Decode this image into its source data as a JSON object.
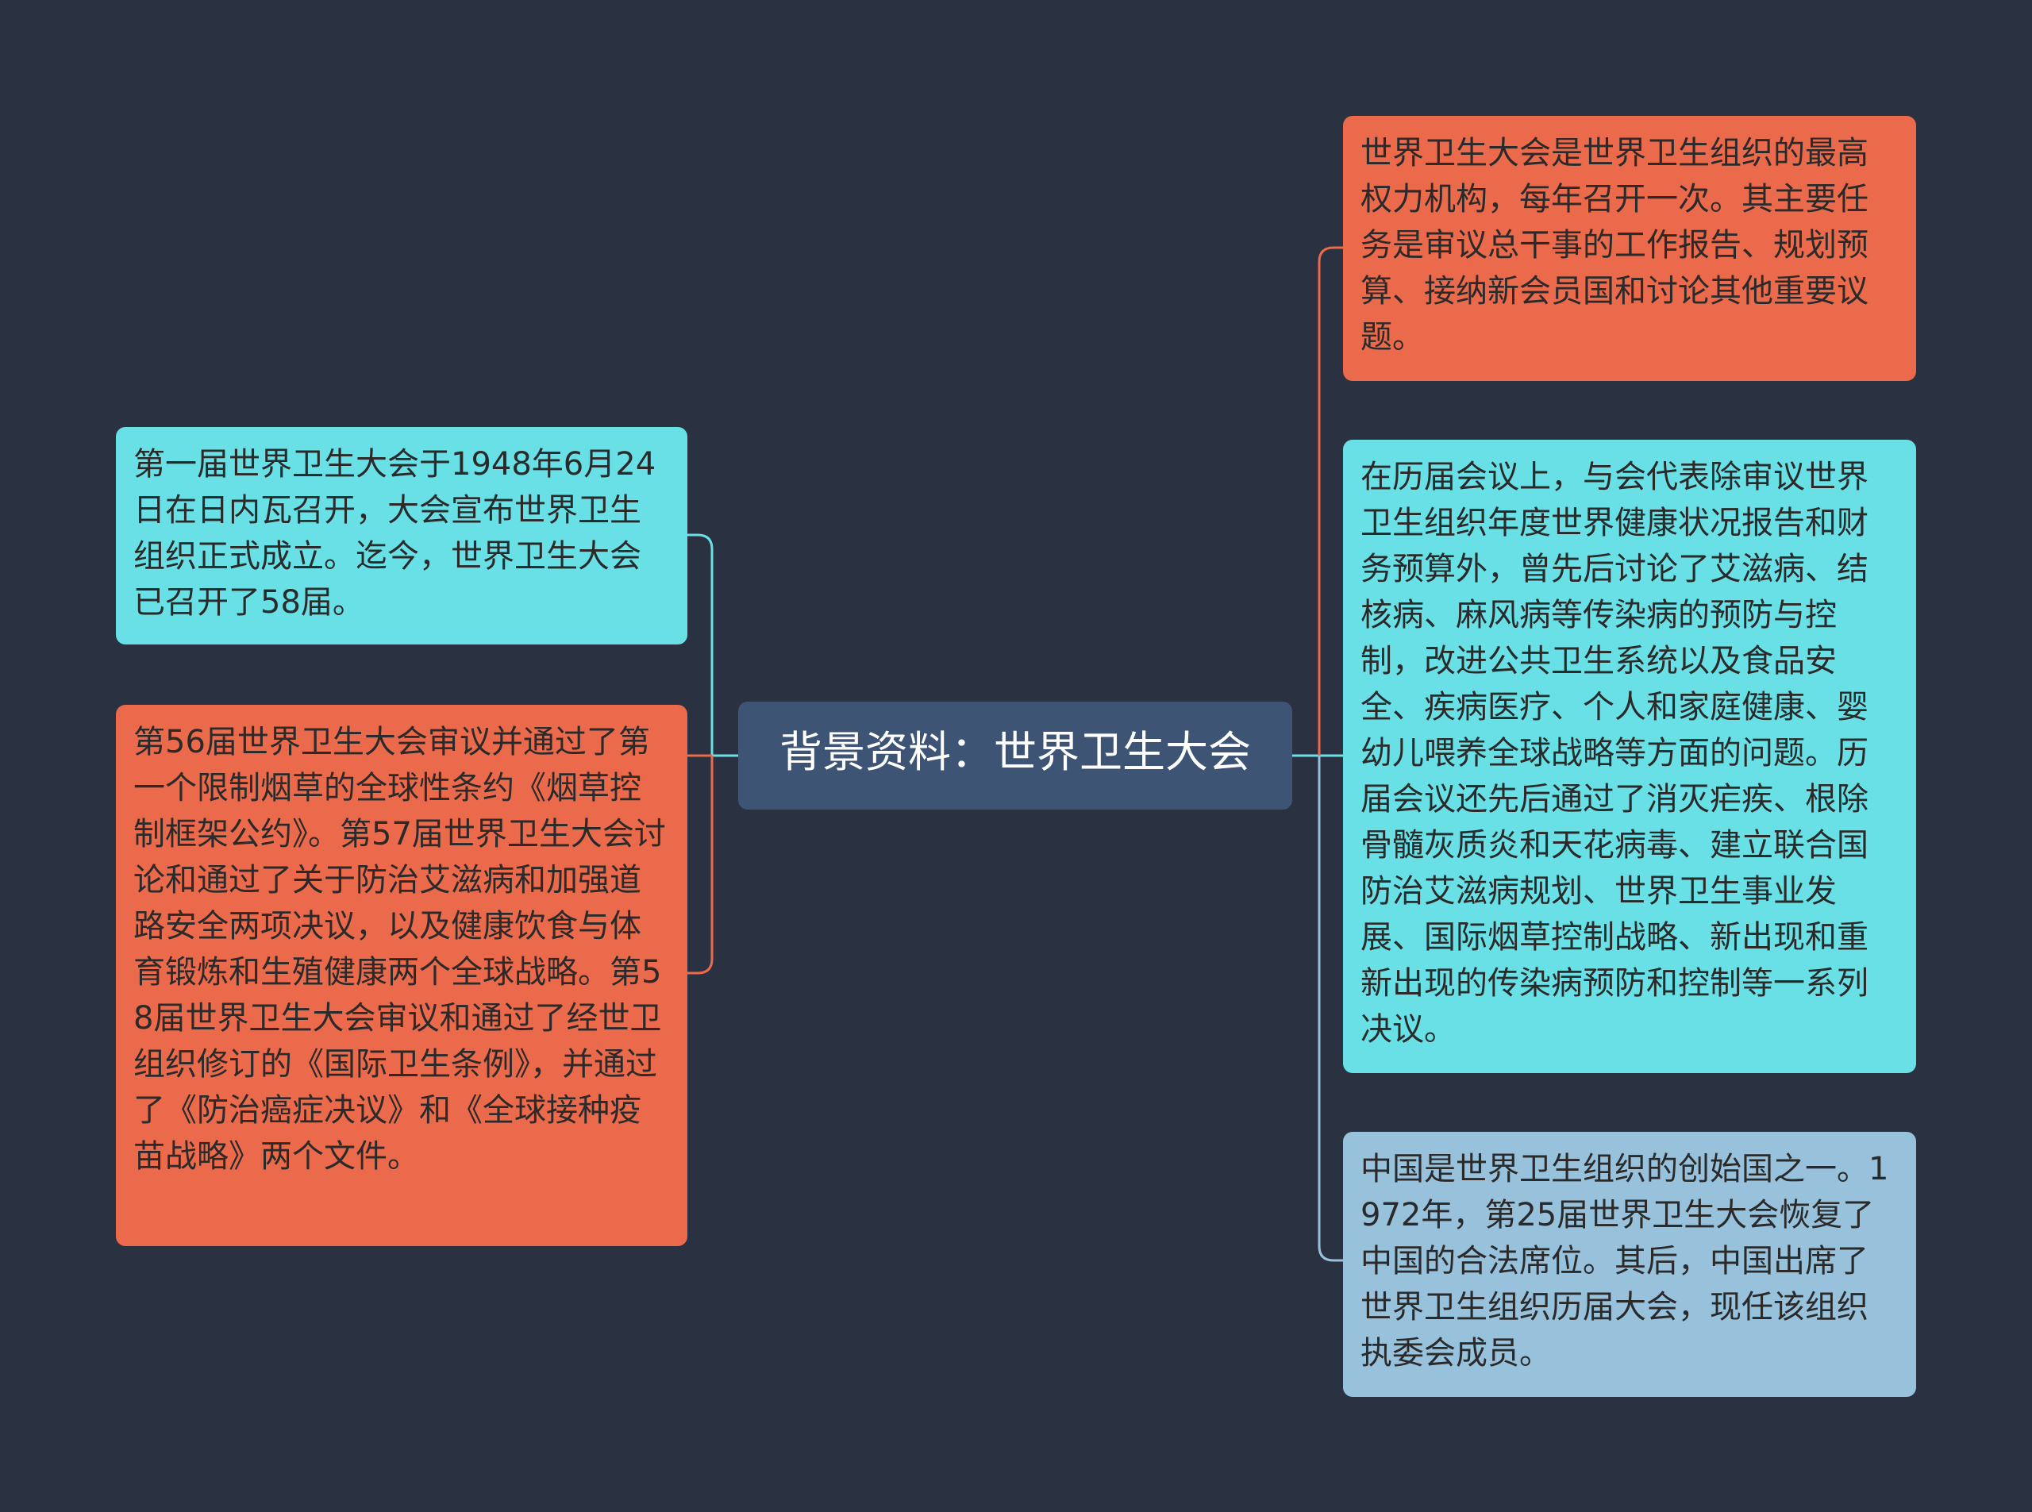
{
  "center": {
    "label": "背景资料：世界卫生大会"
  },
  "left": [
    {
      "text": "第一届世界卫生大会于1948年6月24日在日内瓦召开，大会宣布世界卫生组织正式成立。迄今，世界卫生大会已召开了58届。",
      "color": "#69e0e6"
    },
    {
      "text": "第56届世界卫生大会审议并通过了第一个限制烟草的全球性条约《烟草控制框架公约》。第57届世界卫生大会讨论和通过了关于防治艾滋病和加强道路安全两项决议，以及健康饮食与体育锻炼和生殖健康两个全球战略。第58届世界卫生大会审议和通过了经世卫组织修订的《国际卫生条例》，并通过了《防治癌症决议》和《全球接种疫苗战略》两个文件。",
      "color": "#ec6a4c"
    }
  ],
  "right": [
    {
      "text": "世界卫生大会是世界卫生组织的最高权力机构，每年召开一次。其主要任务是审议总干事的工作报告、规划预算、接纳新会员国和讨论其他重要议题。",
      "color": "#ec6a4c"
    },
    {
      "text": "在历届会议上，与会代表除审议世界卫生组织年度世界健康状况报告和财务预算外，曾先后讨论了艾滋病、结核病、麻风病等传染病的预防与控制，改进公共卫生系统以及食品安全、疾病医疗、个人和家庭健康、婴幼儿喂养全球战略等方面的问题。历届会议还先后通过了消灭疟疾、根除骨髓灰质炎和天花病毒、建立联合国防治艾滋病规划、世界卫生事业发展、国际烟草控制战略、新出现和重新出现的传染病预防和控制等一系列决议。",
      "color": "#69e0e6"
    },
    {
      "text": "中国是世界卫生组织的创始国之一。1972年，第25届世界卫生大会恢复了中国的合法席位。其后，中国出席了世界卫生组织历届大会，现任该组织执委会成员。",
      "color": "#98c1dc"
    }
  ],
  "colors": {
    "background": "#2a3140",
    "center": "#3d5474",
    "cyan": "#69e0e6",
    "orange": "#ec6a4c",
    "blue": "#98c1dc"
  }
}
